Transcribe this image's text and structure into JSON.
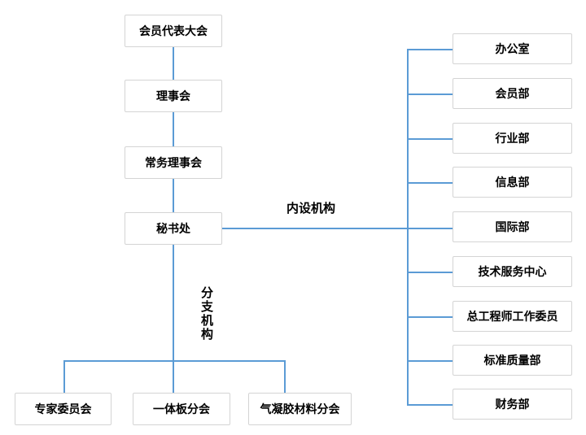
{
  "diagram": {
    "type": "org-chart",
    "left_chain": [
      {
        "label": "会员代表大会"
      },
      {
        "label": "理事会"
      },
      {
        "label": "常务理事会"
      },
      {
        "label": "秘书处"
      }
    ],
    "edge_labels": {
      "internal": "内设机构",
      "branch": "分支机构"
    },
    "internal_departments": [
      {
        "label": "办公室"
      },
      {
        "label": "会员部"
      },
      {
        "label": "行业部"
      },
      {
        "label": "信息部"
      },
      {
        "label": "国际部"
      },
      {
        "label": "技术服务中心"
      },
      {
        "label": "总工程师工作委员"
      },
      {
        "label": "标准质量部"
      },
      {
        "label": "财务部"
      }
    ],
    "branch_organizations": [
      {
        "label": "专家委员会"
      },
      {
        "label": "一体板分会"
      },
      {
        "label": "气凝胶材料分会"
      }
    ],
    "colors": {
      "line": "#5B9BD5",
      "box_border": "#D4D4D4",
      "box_fill": "#FFFFFF",
      "text": "#000000"
    }
  }
}
